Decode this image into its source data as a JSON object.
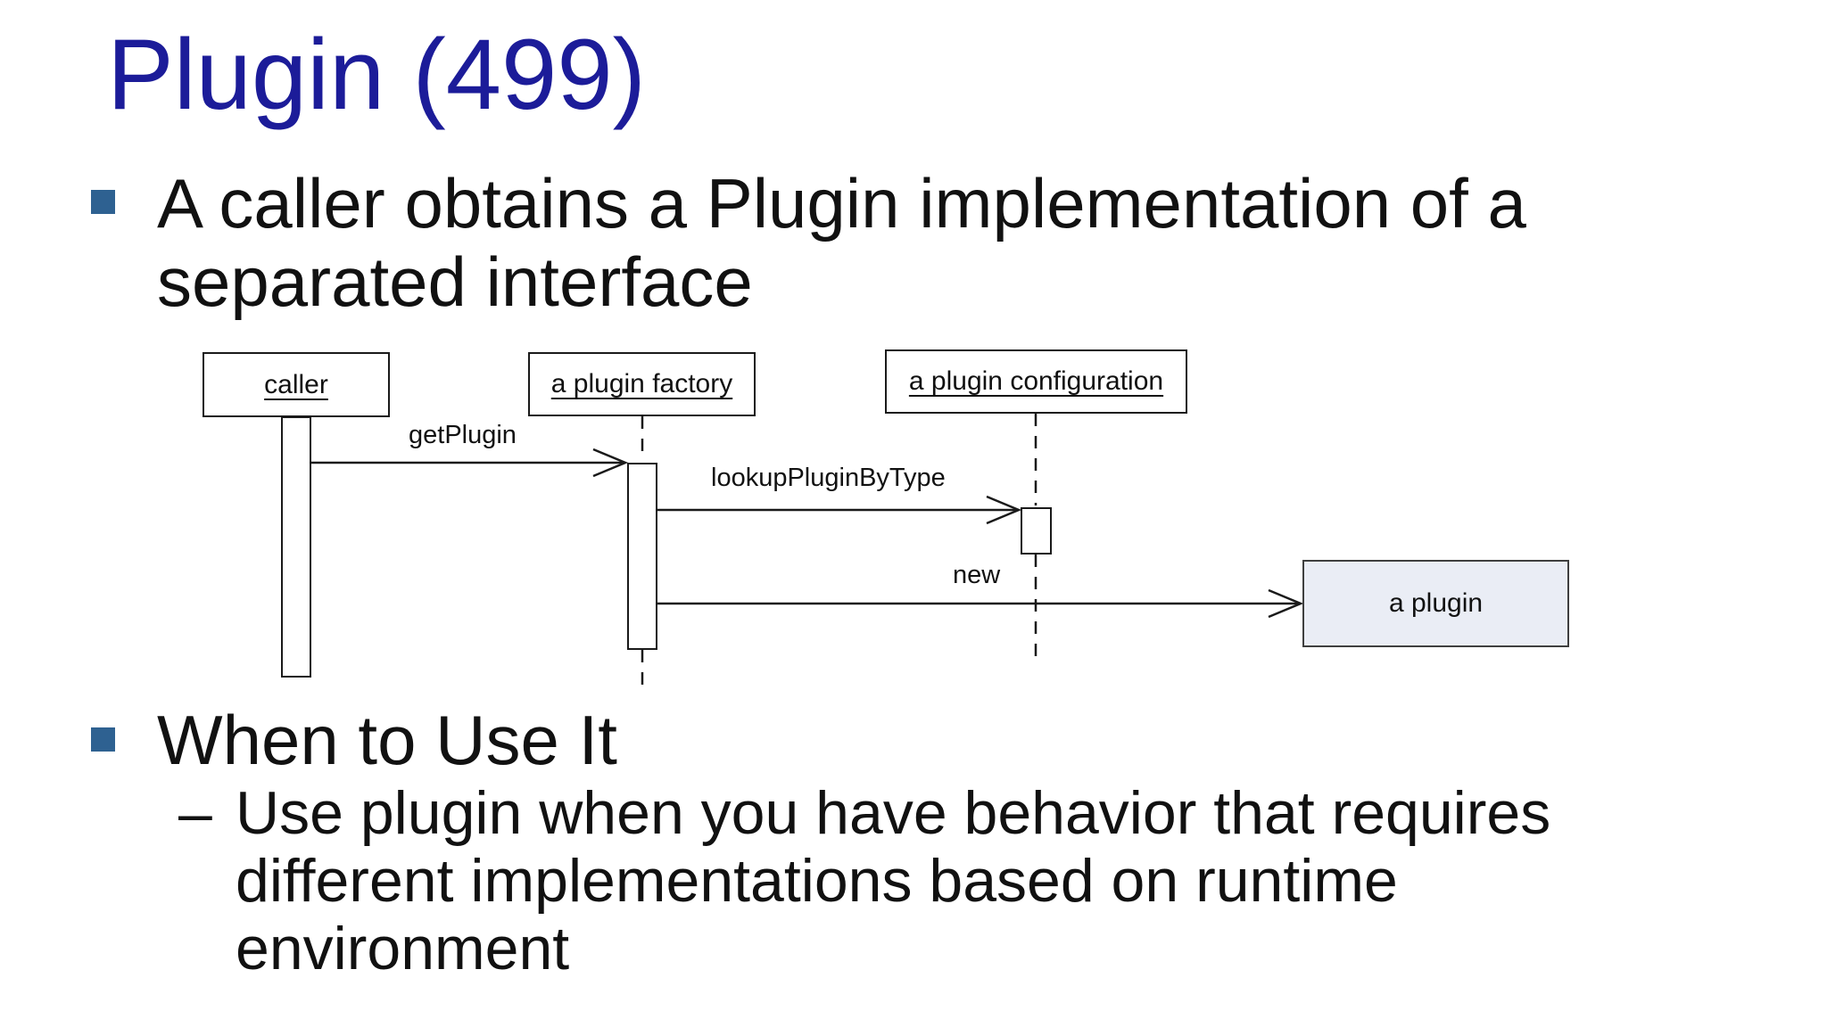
{
  "slide": {
    "title": "Plugin (499)",
    "bullet1_lines": [
      "A caller obtains a Plugin implementation of a",
      "separated interface"
    ],
    "bullet2_title": "When to Use It",
    "bullet2_sub_dash": "–",
    "bullet2_sub_lines": [
      "Use plugin when you have behavior that requires",
      "different implementations based on runtime",
      "environment"
    ]
  },
  "diagram": {
    "type": "uml-sequence",
    "lifelines": [
      {
        "name": "caller"
      },
      {
        "name": "a plugin factory"
      },
      {
        "name": "a plugin configuration"
      }
    ],
    "created_object": {
      "name": "a plugin"
    },
    "messages": [
      {
        "label": "getPlugin",
        "from": "caller",
        "to": "a plugin factory"
      },
      {
        "label": "lookupPluginByType",
        "from": "a plugin factory",
        "to": "a plugin configuration"
      },
      {
        "label": "new",
        "from": "a plugin factory",
        "to": "a plugin"
      }
    ]
  },
  "colors": {
    "background": "#ffffff",
    "title_text": "#1c1c99",
    "bullet_square": "#2e6191",
    "body_text": "#111111",
    "diagram_line": "#1a1a1a",
    "created_object_fill": "#eaedf5",
    "created_object_border": "#3f3f3f"
  }
}
